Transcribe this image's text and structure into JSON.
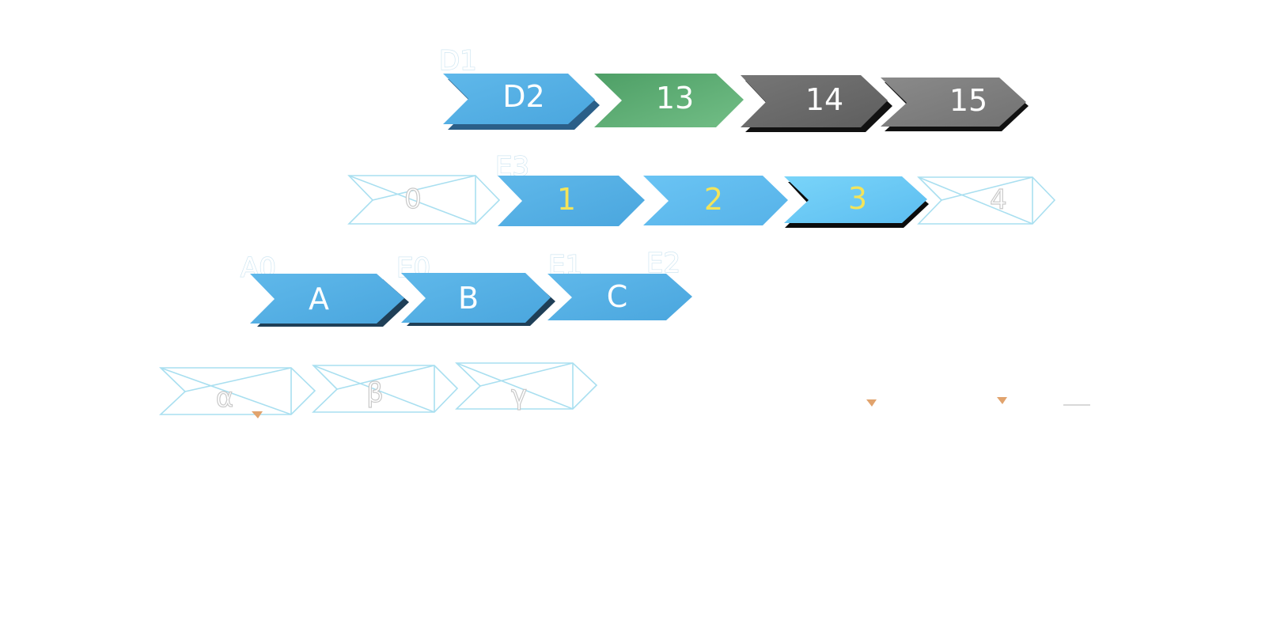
{
  "colors": {
    "blue": "#55b1e6",
    "blue_light": "#62bdf2",
    "blue_lighter": "#6cccf7",
    "green": "#5aad74",
    "gray_dark": "#6b6b6b",
    "gray": "#7e7e7e",
    "label_white": "#ffffff",
    "label_yellow": "#f3e45a",
    "wire": "#a9dff0",
    "marker": "#e1a36d"
  },
  "rows": {
    "row1": {
      "tag": "D1",
      "chevrons": [
        {
          "label": "D2",
          "style": "blue"
        },
        {
          "label": "13",
          "style": "green"
        },
        {
          "label": "14",
          "style": "gray_dark"
        },
        {
          "label": "15",
          "style": "gray"
        }
      ]
    },
    "row2": {
      "tag": "E3",
      "chevrons": [
        {
          "label": "0",
          "style": "outline"
        },
        {
          "label": "1",
          "style": "blue"
        },
        {
          "label": "2",
          "style": "blue_light"
        },
        {
          "label": "3",
          "style": "blue_lighter"
        },
        {
          "label": "4",
          "style": "outline"
        }
      ]
    },
    "row3": {
      "tags": [
        "A0",
        "E0",
        "E1",
        "E2"
      ],
      "chevrons": [
        {
          "label": "A",
          "style": "blue"
        },
        {
          "label": "B",
          "style": "blue"
        },
        {
          "label": "C",
          "style": "blue"
        }
      ]
    },
    "row4": {
      "chevrons": [
        {
          "label": "α",
          "style": "outline"
        },
        {
          "label": "β",
          "style": "outline"
        },
        {
          "label": "γ",
          "style": "outline"
        }
      ]
    }
  }
}
